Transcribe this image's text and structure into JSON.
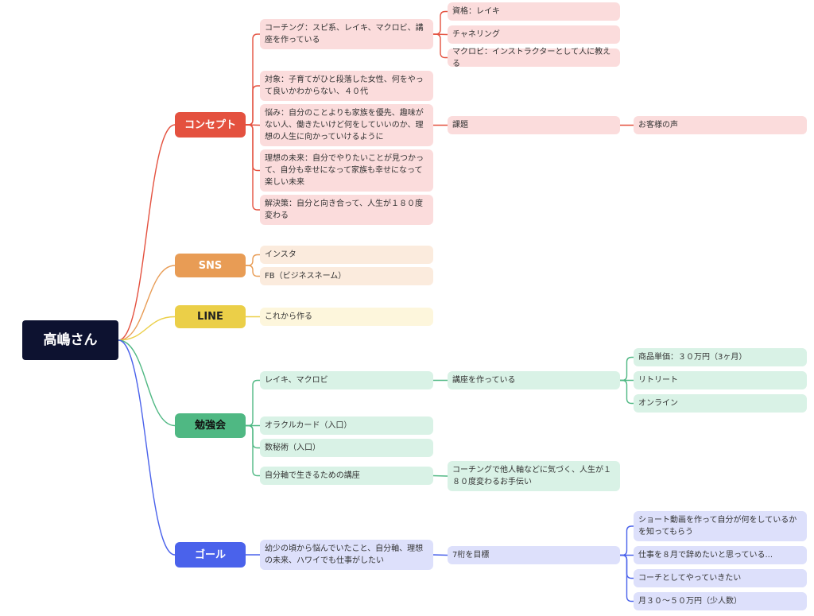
{
  "root": "高嶋さん",
  "colors": {
    "concept": "#e4513f",
    "sns": "#e89c55",
    "line": "#ebcf48",
    "study": "#4fb883",
    "goal": "#4a62eb",
    "root": "#0d1230"
  },
  "branches": {
    "concept": {
      "label": "コンセプト",
      "coaching": "コーチング：スピ系、レイキ、マクロビ、講座を作っている",
      "coaching_children": [
        "資格：レイキ",
        "チャネリング",
        "マクロビ：インストラクターとして人に教える"
      ],
      "target": "対象：子育てがひと段落した女性、何をやって良いかわからない、４０代",
      "worry": "悩み：自分のことよりも家族を優先、趣味がない人、働きたいけど何をしていいのか、理想の人生に向かっていけるように",
      "worry_child": "課題",
      "worry_grandchild": "お客様の声",
      "future": "理想の未来：自分でやりたいことが見つかって、自分も幸せになって家族も幸せになって楽しい未来",
      "solution": "解決策：自分と向き合って、人生が１８０度変わる"
    },
    "sns": {
      "label": "SNS",
      "items": [
        "インスタ",
        "FB（ビジネスネーム）"
      ]
    },
    "line": {
      "label": "LINE",
      "items": [
        "これから作る"
      ]
    },
    "study": {
      "label": "勉強会",
      "reiki": "レイキ、マクロビ",
      "reiki_child": "講座を作っている",
      "reiki_grandchildren": [
        "商品単価：３０万円（3ヶ月）",
        "リトリート",
        "オンライン"
      ],
      "oracle": "オラクルカード（入口）",
      "numerology": "数秘術（入口）",
      "self": "自分軸で生きるための講座",
      "self_child": "コーチングで他人軸などに気づく、人生が１８０度変わるお手伝い"
    },
    "goal": {
      "label": "ゴール",
      "item": "幼少の頃から悩んでいたこと、自分軸、理想の未来、ハワイでも仕事がしたい",
      "item_child": "7桁を目標",
      "item_grandchildren": [
        "ショート動画を作って自分が何をしているかを知ってもらう",
        "仕事を８月で辞めたいと思っている...",
        "コーチとしてやっていきたい",
        "月３０〜５０万円（少人数）"
      ]
    }
  }
}
